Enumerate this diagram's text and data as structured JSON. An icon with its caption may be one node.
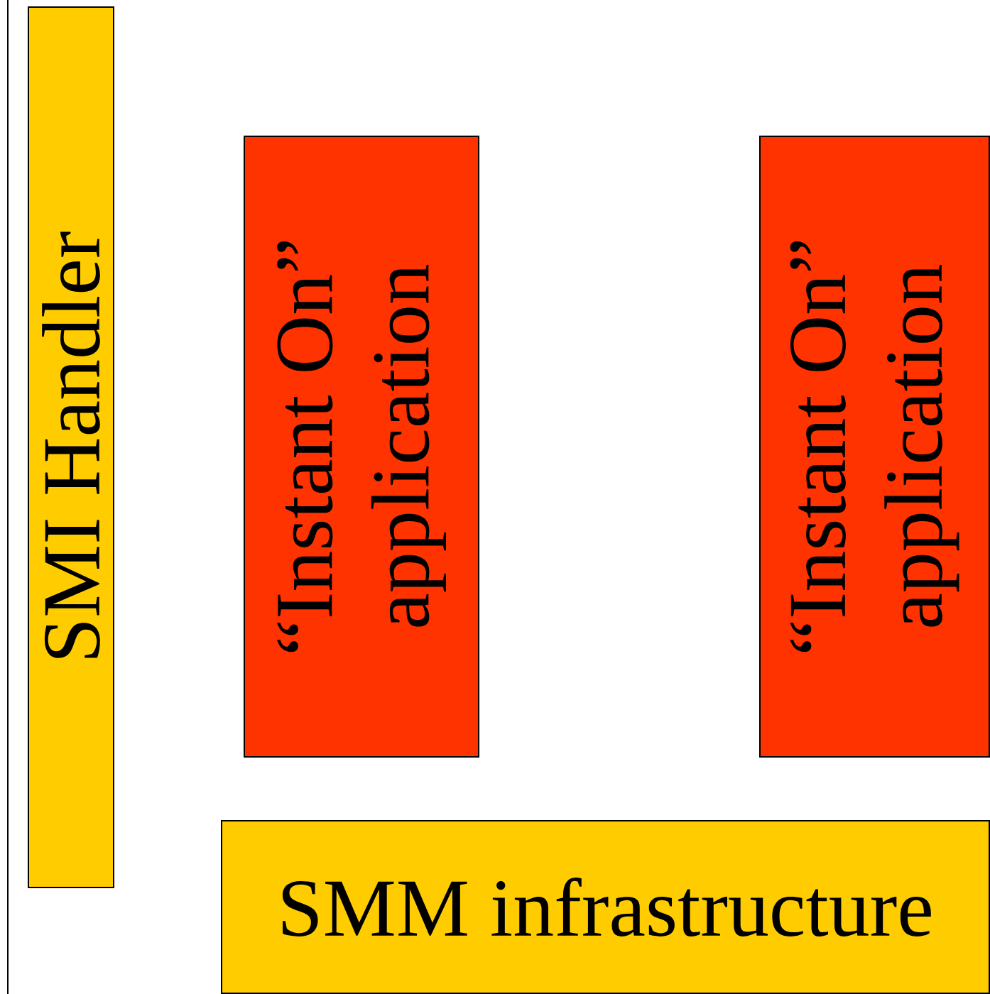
{
  "diagram": {
    "nodes": [
      {
        "text": [
          "SMI Handler"
        ]
      },
      {
        "text": [
          "“Instant On” application"
        ]
      },
      {
        "text": [
          "“Instant On” application"
        ]
      },
      {
        "text": [
          "SMM infrastructure"
        ]
      }
    ]
  }
}
